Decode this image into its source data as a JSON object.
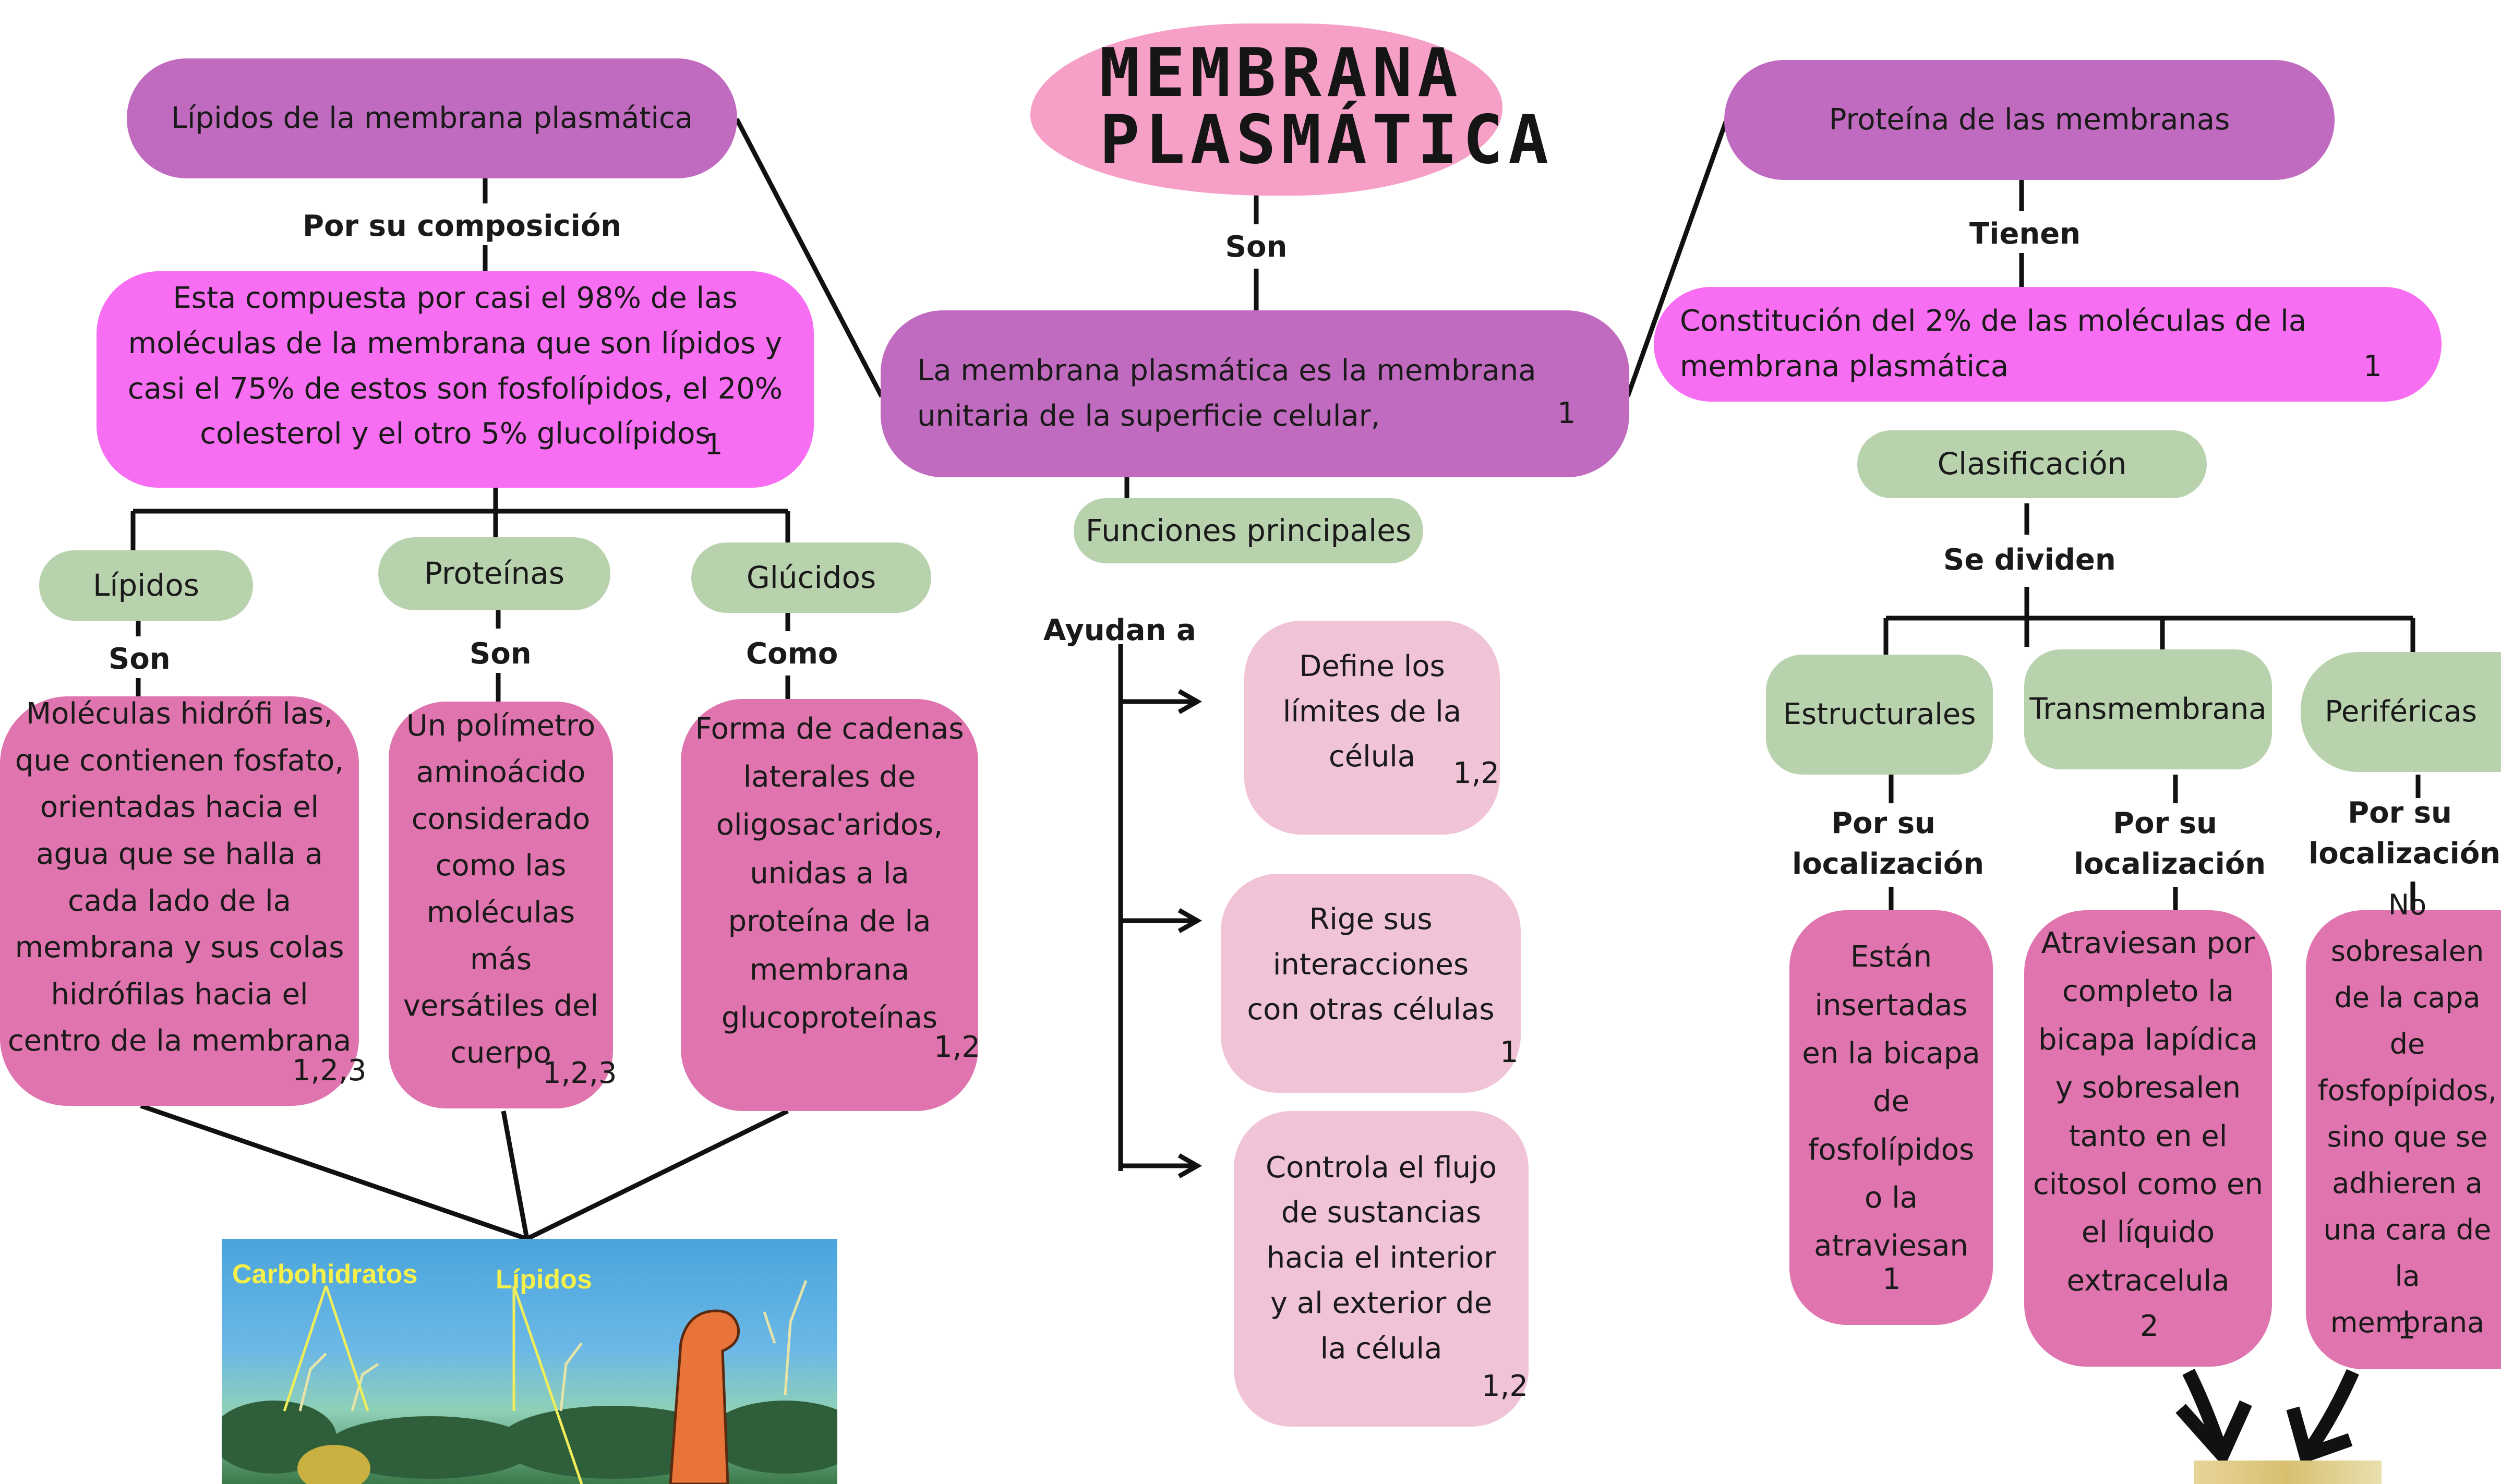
{
  "title": "MEMBRANA PLASMÁTICA",
  "center": {
    "label_son": "Son",
    "definition": "La membrana plasmática es la membrana unitaria de la superficie celular,",
    "definition_ref": "1",
    "functions_title": "Funciones principales",
    "functions_link": "Ayudan a",
    "functions": [
      {
        "text": "Define los límites de la célula",
        "ref": "1,2"
      },
      {
        "text": "Rige sus interacciones con otras células",
        "ref": "1"
      },
      {
        "text": "Controla el flujo de sustancias hacia el interior y al exterior de la célula",
        "ref": "1,2"
      }
    ]
  },
  "left": {
    "title": "Lípidos de la membrana plasmática",
    "link": "Por su composición",
    "composition": "Esta compuesta por casi el 98% de las moléculas de la membrana que son lípidos y casi el 75% de estos son fosfolípidos, el 20% colesterol y el otro 5% glucolípidos",
    "composition_ref": "1",
    "branches": [
      {
        "name": "Lípidos",
        "link": "Son",
        "text": "Moléculas hidrófi las, que contienen fosfato, orientadas hacia el agua que se halla a cada lado de la membrana y sus colas hidrófilas hacia el centro de la membrana",
        "ref": "1,2,3"
      },
      {
        "name": "Proteínas",
        "link": "Son",
        "text": "Un polímetro aminoácido considerado como las moléculas más versátiles del cuerpo",
        "ref": "1,2,3"
      },
      {
        "name": "Glúcidos",
        "link": "Como",
        "text": "Forma de cadenas laterales de oligosac'aridos, unidas a la proteína de la membrana glucoproteínas",
        "ref": "1,2"
      }
    ],
    "image_labels": {
      "carbs": "Carbohidratos",
      "lipids": "Lípidos"
    }
  },
  "right": {
    "title": "Proteína de las membranas",
    "link": "Tienen",
    "constitution": "Constitución del 2% de las moléculas de la membrana plasmática",
    "constitution_ref": "1",
    "classification": "Clasificación",
    "divide": "Se dividen",
    "types": [
      {
        "name": "Estructurales",
        "link": "Por su localización",
        "text": "Están insertadas en la bicapa de fosfolípidos o la atraviesan",
        "ref": "1"
      },
      {
        "name": "Transmembrana",
        "link": "Por su localización",
        "text": "Atraviesan por completo la bicapa lapídica y sobresalen tanto en el citosol como en el líquido extracelula",
        "ref": "2"
      },
      {
        "name": "Periféricas",
        "link": "Por su localización",
        "text": "No sobresalen de la capa de fosfopípidos, sino que se adhieren a una cara de la membrana",
        "ref": "1"
      }
    ]
  },
  "colors": {
    "purple": "#c06bbf",
    "magenta": "#f76ef2",
    "green": "#b9d2ae",
    "pink": "#df74ae",
    "light_pink": "#f0c3d6",
    "title_blob": "#f6a0c8"
  }
}
